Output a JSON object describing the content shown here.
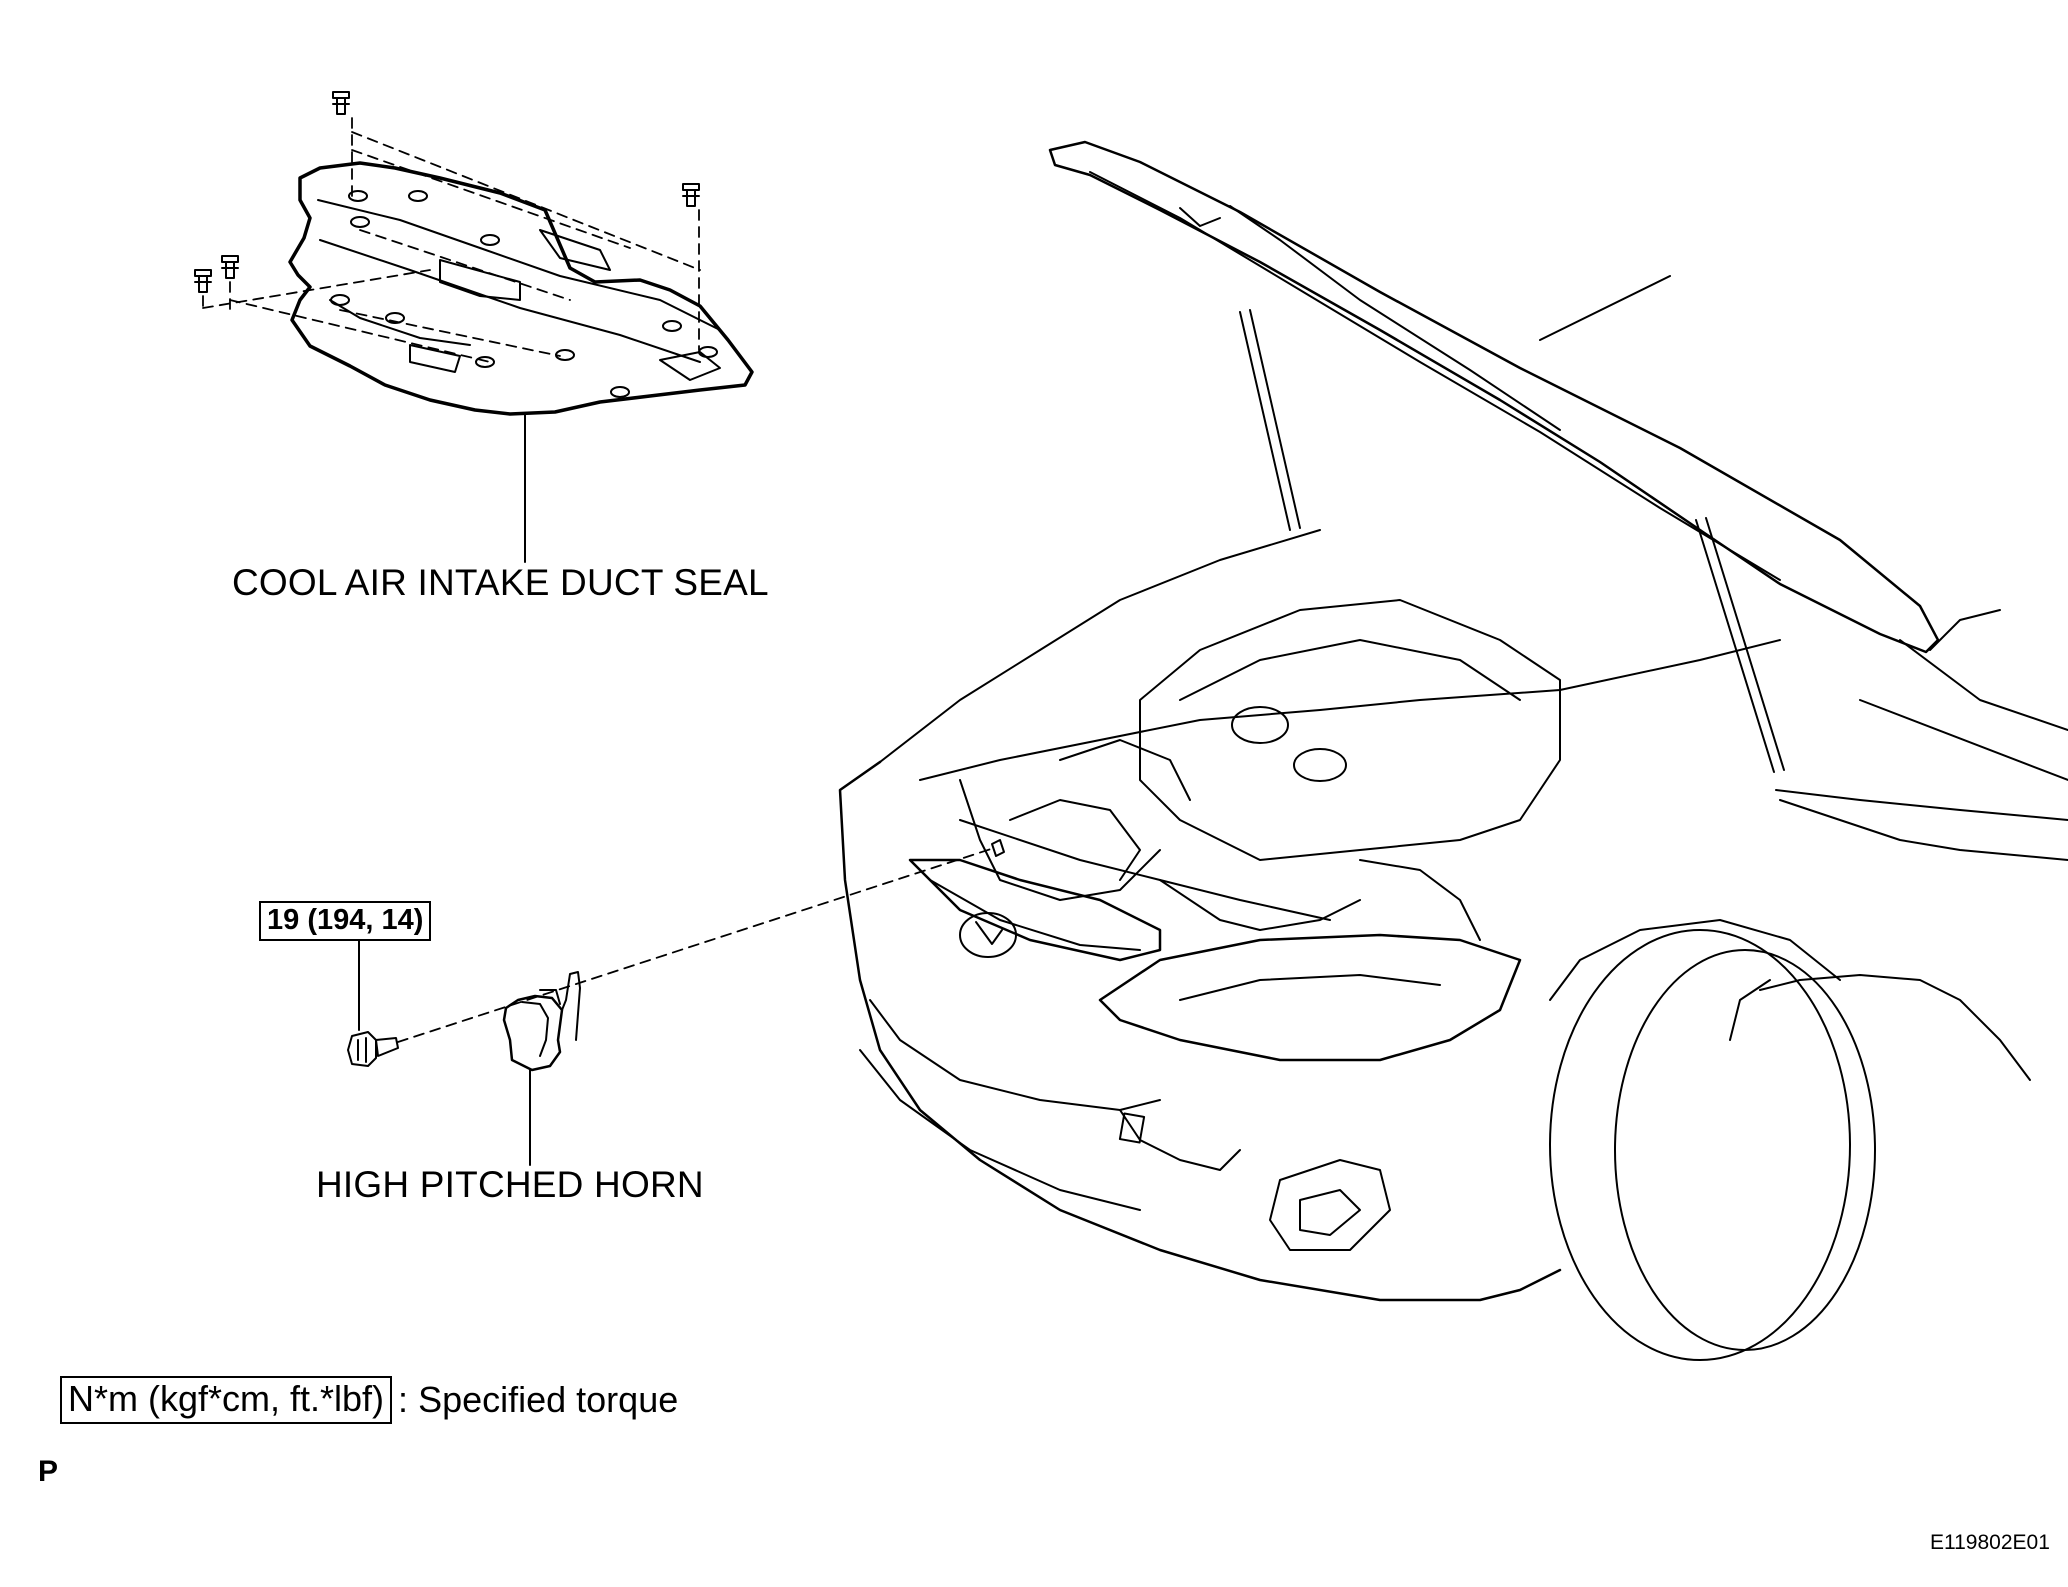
{
  "labels": {
    "seal": "COOL AIR INTAKE DUCT SEAL",
    "horn": "HIGH PITCHED HORN",
    "torque_value": "19 (194, 14)"
  },
  "legend": {
    "unit": "N*m (kgf*cm, ft.*lbf)",
    "separator": ":",
    "description": "Specified torque"
  },
  "page_letter": "P",
  "figure_id": "E119802E01",
  "colors": {
    "line": "#000000",
    "background": "#ffffff"
  }
}
